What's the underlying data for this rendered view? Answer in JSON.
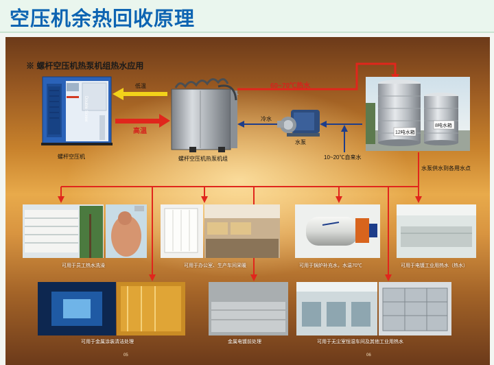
{
  "header": {
    "title": "空压机余热回收原理"
  },
  "diagram": {
    "subtitle": "※ 螺杆空压机热泵机组热水应用",
    "compressor_label": "螺杆空压机",
    "heatpump_label": "螺杆空压机热泵机组",
    "low_temp": "低温",
    "high_temp": "高温",
    "hot_water": "60~70℃热水",
    "cold_water": "冷水",
    "pump_label": "水泵",
    "tap_water": "10~20℃自来水",
    "tank_12": "12吨水箱",
    "tank_8": "8吨水箱",
    "pump_supply": "水泵供水到各用水点",
    "compressor_brand": "Double Screw"
  },
  "applications": [
    {
      "caption": "可用于员工热水洗澡"
    },
    {
      "caption": "可用于办公室、生产车间采暖"
    },
    {
      "caption": "可用于锅炉补充水，水温70℃"
    },
    {
      "caption": "可用于电镀工业用热水（热水）"
    },
    {
      "caption": "可用于金属涂装清洁处理"
    },
    {
      "caption": "金属电镀前处理"
    },
    {
      "caption": "可用于无尘室恒湿车间及其他工业用热水"
    }
  ],
  "pages": {
    "left": "05",
    "right": "06"
  },
  "colors": {
    "title": "#0d64b2",
    "red_line": "#e0261c",
    "yellow_arrow": "#f2d21a",
    "blue_arrow": "#1d3d8a"
  }
}
